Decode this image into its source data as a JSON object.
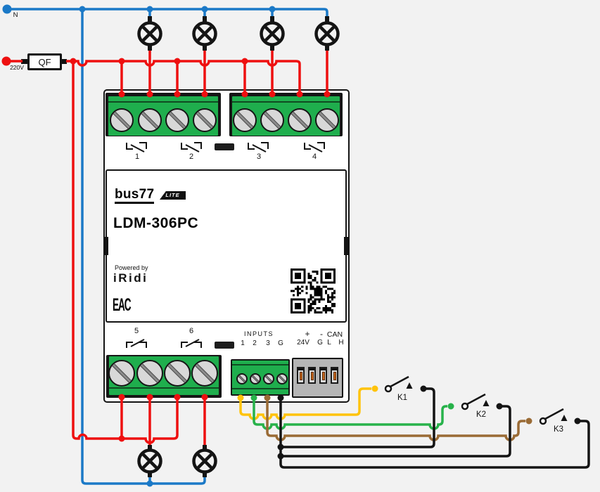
{
  "power": {
    "neutral": "N",
    "line": "220V"
  },
  "breaker": {
    "label": "QF"
  },
  "device": {
    "brand": "bus77",
    "badge": "LITE",
    "model": "LDM-306PC",
    "powered_by": "Powered by",
    "powered_brand": "iRidi",
    "cert": "EAC",
    "channels": {
      "c1": "1",
      "c2": "2",
      "c3": "3",
      "c4": "4",
      "c5": "5",
      "c6": "6"
    },
    "inputs": {
      "title": "INPUTS",
      "t1": "1",
      "t2": "2",
      "t3": "3",
      "tg": "G"
    },
    "bus": {
      "plus": "+",
      "minus": "-",
      "v24": "24V",
      "g": "G",
      "can": "CAN",
      "l": "L",
      "h": "H"
    }
  },
  "switches": {
    "k1": "K1",
    "k2": "K2",
    "k3": "K3"
  },
  "colors": {
    "background": "#f2f2f2",
    "neutral_blue": "#1b79c7",
    "line_red": "#ee1010",
    "input1_yellow": "#ffc30b",
    "input2_green": "#27b24a",
    "input3_brown": "#9a6b35",
    "ground_black": "#141414",
    "terminal_green": "#1fae4d"
  }
}
